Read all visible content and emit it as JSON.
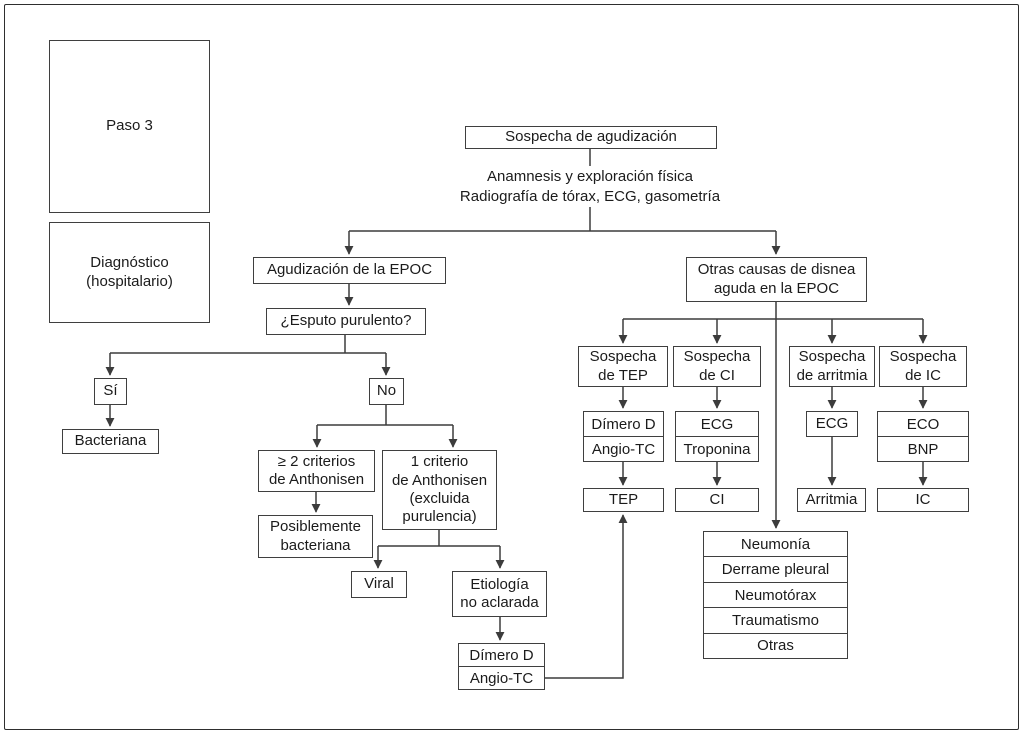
{
  "palette": {
    "line": "#3c3c3c",
    "box_border": "#3f3f3f",
    "text": "#1b1b1b",
    "background": "#ffffff"
  },
  "legend": {
    "paso": "Paso 3",
    "diagnostico": "Diagnóstico\n(hospitalario)"
  },
  "nodes": {
    "sospecha_agudizacion": "Sospecha de agudización",
    "anamnesis": "Anamnesis y exploración física\nRadiografía de tórax, ECG, gasometría",
    "agudizacion_epoc": "Agudización de la EPOC",
    "otras_causas": "Otras causas de disnea\naguda en la EPOC",
    "esputo_purulento": "¿Esputo purulento?",
    "si": "Sí",
    "no": "No",
    "bacteriana": "Bacteriana",
    "criterios_2": "≥ 2 criterios\nde Anthonisen",
    "criterio_1": "1 criterio\nde Anthonisen\n(excluida\npurulencia)",
    "posiblemente_bacteriana": "Posiblemente\nbacteriana",
    "viral": "Viral",
    "etiologia_no_aclarada": "Etiología\nno aclarada",
    "pruebas_etiologia": [
      "Dímero D",
      "Angio-TC"
    ],
    "sospecha_tep": "Sospecha\nde TEP",
    "sospecha_ci": "Sospecha\nde CI",
    "sospecha_arritmia": "Sospecha\nde arritmia",
    "sospecha_ic": "Sospecha\nde IC",
    "pruebas_tep": [
      "Dímero D",
      "Angio-TC"
    ],
    "pruebas_ci": [
      "ECG",
      "Troponina"
    ],
    "pruebas_arritmia": [
      "ECG"
    ],
    "pruebas_ic": [
      "ECO",
      "BNP"
    ],
    "tep": "TEP",
    "ci": "CI",
    "arritmia": "Arritmia",
    "ic": "IC",
    "otras_causas_lista": [
      "Neumonía",
      "Derrame pleural",
      "Neumotórax",
      "Traumatismo",
      "Otras"
    ]
  }
}
